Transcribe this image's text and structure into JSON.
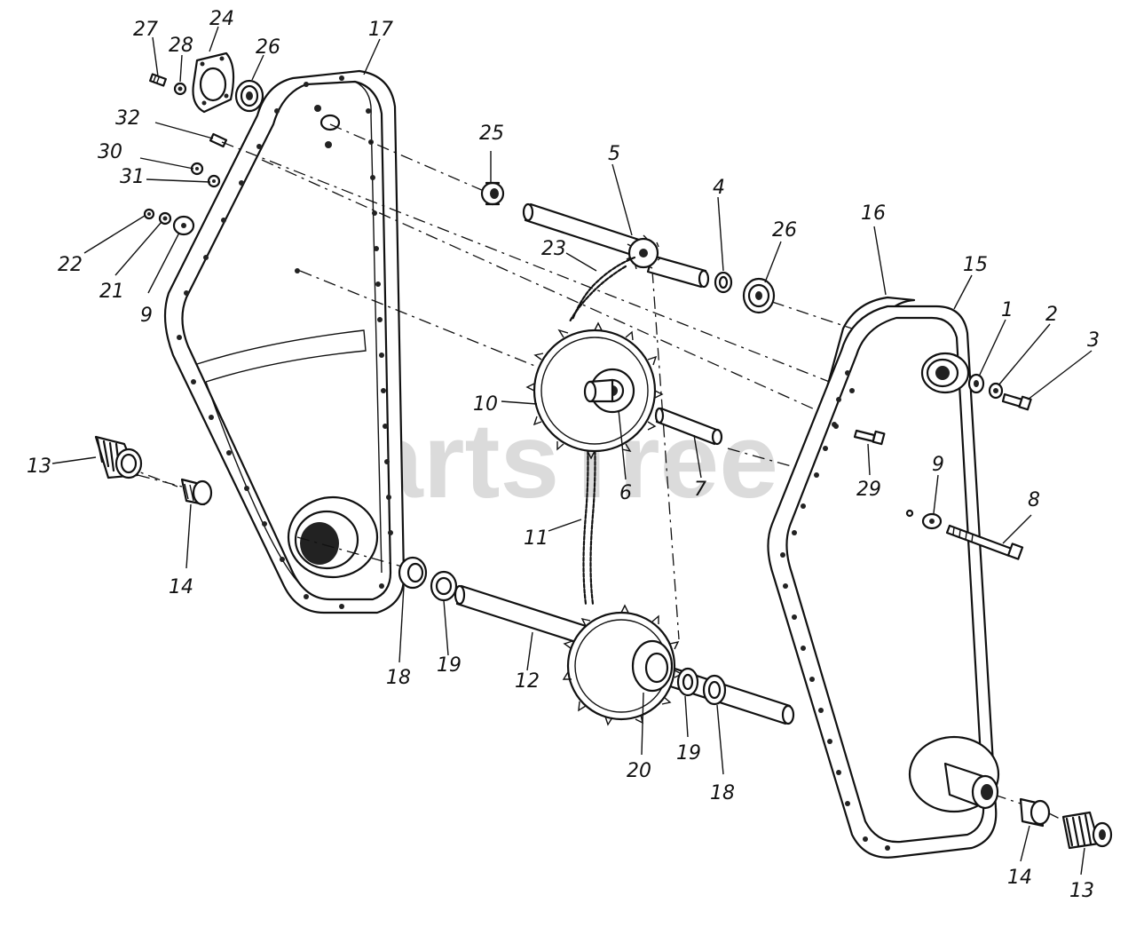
{
  "watermark": "PartsTree",
  "labels": {
    "l1": "1",
    "l2": "2",
    "l3": "3",
    "l4": "4",
    "l5": "5",
    "l6": "6",
    "l7": "7",
    "l8": "8",
    "l9a": "9",
    "l9b": "9",
    "l10": "10",
    "l11": "11",
    "l12": "12",
    "l13a": "13",
    "l13b": "13",
    "l14a": "14",
    "l14b": "14",
    "l15": "15",
    "l16": "16",
    "l17": "17",
    "l18a": "18",
    "l18b": "18",
    "l19a": "19",
    "l19b": "19",
    "l20": "20",
    "l21": "21",
    "l22": "22",
    "l23": "23",
    "l24": "24",
    "l25": "25",
    "l26a": "26",
    "l26b": "26",
    "l27": "27",
    "l28": "28",
    "l29": "29",
    "l30": "30",
    "l31": "31",
    "l32": "32"
  }
}
